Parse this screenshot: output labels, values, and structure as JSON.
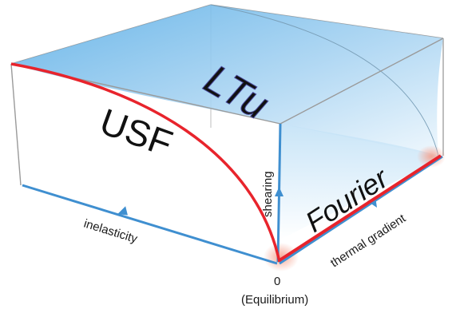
{
  "labels": {
    "ltu": "LTu",
    "usf": "USF",
    "fourier": "Fourier",
    "shearing": "shearing",
    "inelasticity": "inelasticity",
    "thermal_gradient": "thermal gradient",
    "origin": "0",
    "equilibrium": "(Equilibrium)"
  },
  "colors": {
    "box_edge": "#9a9a9a",
    "axis_blue": "#3f8fd0",
    "curve_red": "#e8242c",
    "surface_blue": "#6fb6e6",
    "surface_light": "#eaf5fc"
  }
}
